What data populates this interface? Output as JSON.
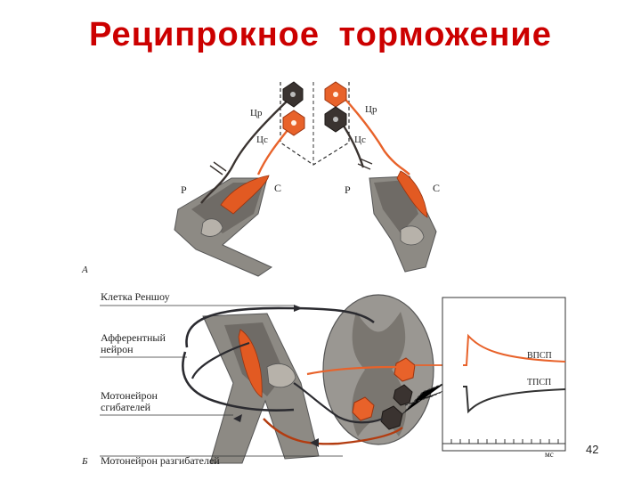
{
  "slide": {
    "title": "Реципрокное торможение",
    "page_number": "42"
  },
  "diagram_a": {
    "panel_label": "А",
    "left": {
      "upper_neuron": "Цр",
      "lower_neuron": "Цс",
      "flexor_side": "Р",
      "extensor_side": "С"
    },
    "right": {
      "upper_neuron": "Цр",
      "lower_neuron": "Цс",
      "flexor_side": "Р",
      "extensor_side": "С"
    }
  },
  "diagram_b": {
    "panel_label": "Б",
    "labels": {
      "renshaw": "Клетка Реншоу",
      "afferent_1": "Афферентный",
      "afferent_2": "нейрон",
      "flexor_mn_1": "Мотонейрон",
      "flexor_mn_2": "сгибателей",
      "extensor_mn": "Мотонейрон разгибателей"
    },
    "traces": {
      "epsp": "ВПСП",
      "ipsp": "ТПСП",
      "time_unit": "мс"
    }
  },
  "colors": {
    "title": "#cc0000",
    "neuron_active": "#e8622a",
    "neuron_dark": "#3a3330",
    "bone": "#8d8a84",
    "muscle": "#e25a22"
  }
}
